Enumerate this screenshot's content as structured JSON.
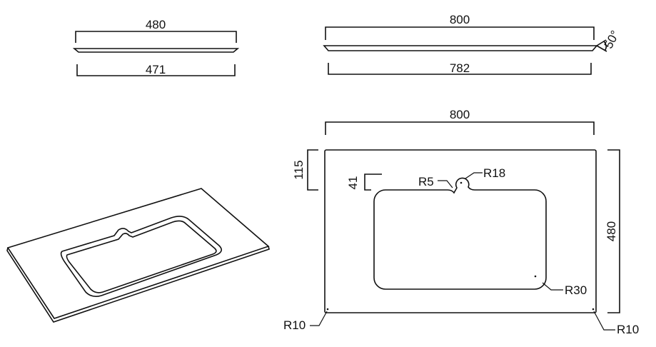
{
  "side_view_short": {
    "top_width": "480",
    "bottom_width": "471"
  },
  "side_view_long": {
    "top_width": "800",
    "bottom_width": "782",
    "edge_angle": "50°"
  },
  "top_view": {
    "overall_width": "800",
    "overall_depth": "480",
    "basin_offset_top": "115",
    "overflow_offset": "41",
    "overflow_inner_radius": "R5",
    "overflow_outer_radius": "R18",
    "basin_corner_radius": "R30",
    "corner_radius_left": "R10",
    "corner_radius_right": "R10"
  },
  "colors": {
    "line": "#111111",
    "background": "#ffffff"
  }
}
